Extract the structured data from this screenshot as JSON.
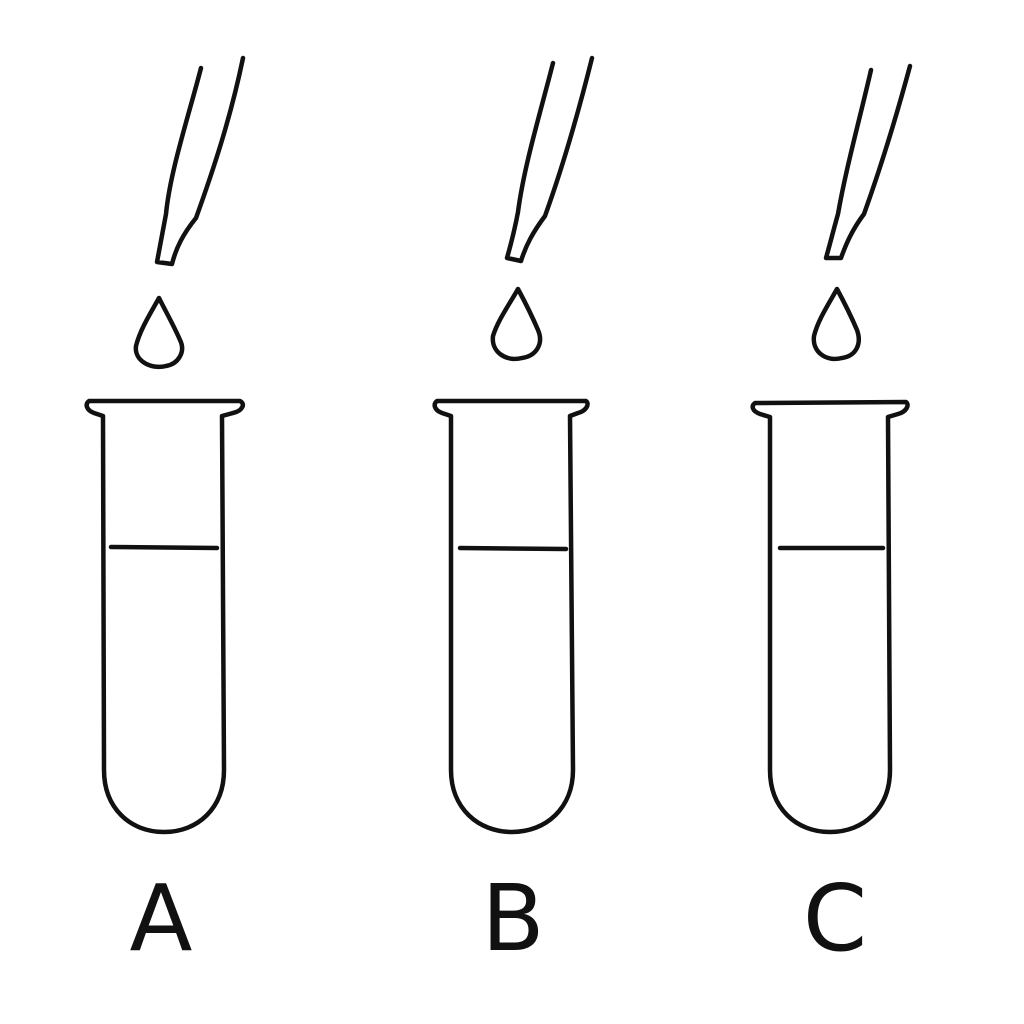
{
  "tubes": [
    {
      "label": "A"
    },
    {
      "label": "B"
    },
    {
      "label": "C"
    }
  ],
  "colors": {
    "ink": "#111111",
    "background": "#ffffff"
  }
}
